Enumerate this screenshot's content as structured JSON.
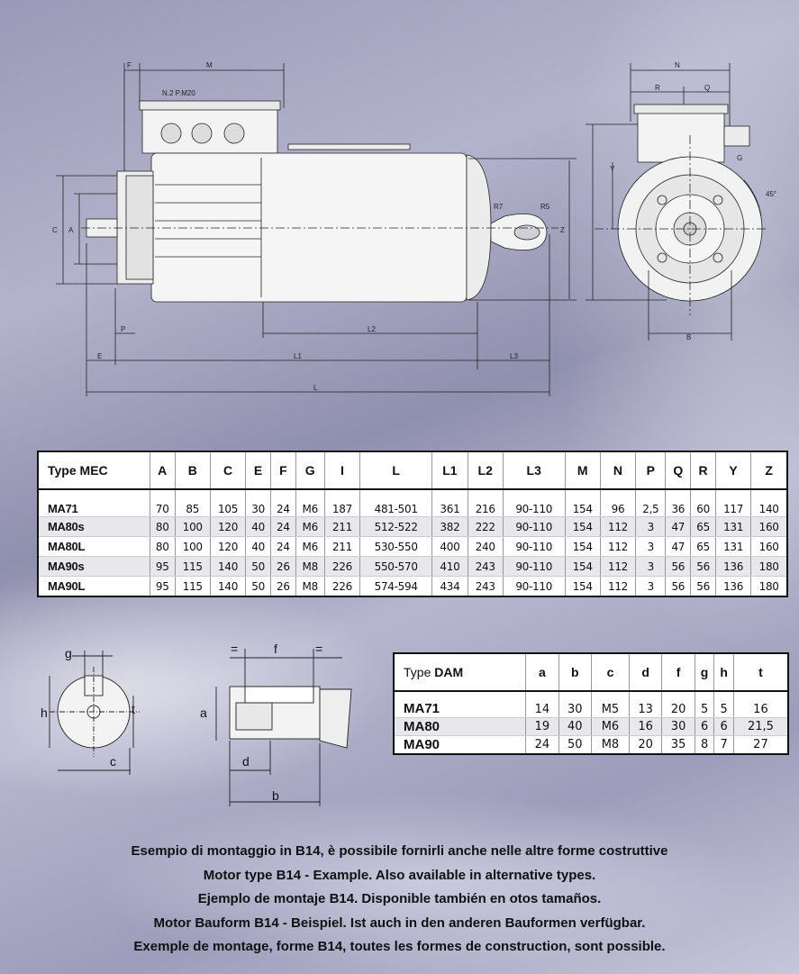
{
  "drawing_labels": {
    "F": "F",
    "M": "M",
    "N": "N",
    "R": "R",
    "Q": "Q",
    "Y": "Y",
    "G": "G",
    "angle": "45°",
    "C": "C",
    "A": "A",
    "Z": "Z",
    "P": "P",
    "L2": "L2",
    "E": "E",
    "L1": "L1",
    "L3": "L3",
    "L": "L",
    "B": "B",
    "cable": "N.2 P.M20",
    "R7": "R7",
    "R5": "R5"
  },
  "mec_table": {
    "headers": [
      "Type MEC",
      "A",
      "B",
      "C",
      "E",
      "F",
      "G",
      "I",
      "L",
      "L1",
      "L2",
      "L3",
      "M",
      "N",
      "P",
      "Q",
      "R",
      "Y",
      "Z"
    ],
    "rows": [
      [
        "MA71",
        "70",
        "85",
        "105",
        "30",
        "24",
        "M6",
        "187",
        "481-501",
        "361",
        "216",
        "90-110",
        "154",
        "96",
        "2,5",
        "36",
        "60",
        "117",
        "140"
      ],
      [
        "MA80s",
        "80",
        "100",
        "120",
        "40",
        "24",
        "M6",
        "211",
        "512-522",
        "382",
        "222",
        "90-110",
        "154",
        "112",
        "3",
        "47",
        "65",
        "131",
        "160"
      ],
      [
        "MA80L",
        "80",
        "100",
        "120",
        "40",
        "24",
        "M6",
        "211",
        "530-550",
        "400",
        "240",
        "90-110",
        "154",
        "112",
        "3",
        "47",
        "65",
        "131",
        "160"
      ],
      [
        "MA90s",
        "95",
        "115",
        "140",
        "50",
        "26",
        "M8",
        "226",
        "550-570",
        "410",
        "243",
        "90-110",
        "154",
        "112",
        "3",
        "56",
        "56",
        "136",
        "180"
      ],
      [
        "MA90L",
        "95",
        "115",
        "140",
        "50",
        "26",
        "M8",
        "226",
        "574-594",
        "434",
        "243",
        "90-110",
        "154",
        "112",
        "3",
        "56",
        "56",
        "136",
        "180"
      ]
    ]
  },
  "dam_labels": {
    "g": "g",
    "h": "h",
    "t": "t",
    "c": "c",
    "eq1": "=",
    "f": "f",
    "eq2": "=",
    "a": "a",
    "d": "d",
    "b": "b"
  },
  "dam_table": {
    "header_prefix": "Type",
    "header_bold": "DAM",
    "headers": [
      "a",
      "b",
      "c",
      "d",
      "f",
      "g",
      "h",
      "t"
    ],
    "rows": [
      [
        "MA71",
        "14",
        "30",
        "M5",
        "13",
        "20",
        "5",
        "5",
        "16"
      ],
      [
        "MA80",
        "19",
        "40",
        "M6",
        "16",
        "30",
        "6",
        "6",
        "21,5"
      ],
      [
        "MA90",
        "24",
        "50",
        "M8",
        "20",
        "35",
        "8",
        "7",
        "27"
      ]
    ]
  },
  "captions": [
    "Esempio di montaggio in B14, è possibile fornirli anche nelle altre forme costruttive",
    "Motor type B14 - Example. Also available in alternative types.",
    "Ejemplo de montaje B14. Disponible también en otos tamaños.",
    "Motor Bauform B14 - Beispiel. Ist auch in den anderen Bauformen verfügbar.",
    "Exemple de montage, forme B14, toutes les formes de construction, sont possible."
  ]
}
